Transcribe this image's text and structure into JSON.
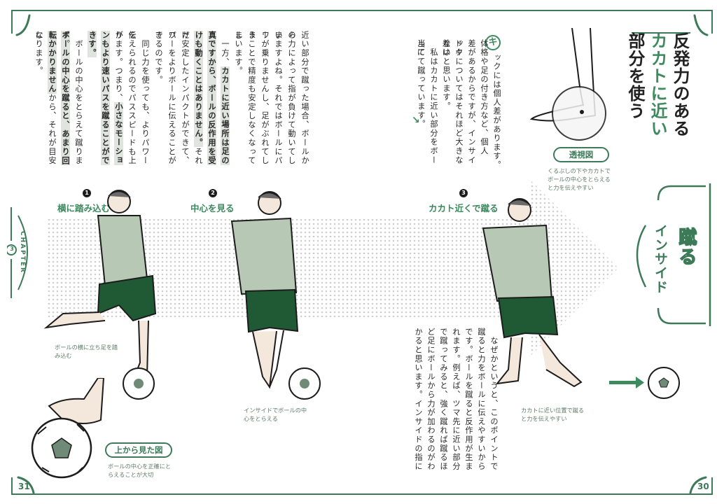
{
  "page": {
    "left_page_number": "31",
    "right_page_number": "30",
    "accent_color": "#3d7a58",
    "highlight_color": "#dfe4df"
  },
  "chapter_tab": {
    "label": "CHAPTER",
    "number": "3"
  },
  "section_tab": {
    "main": "蹴る",
    "sub": "インサイド"
  },
  "title": {
    "line1": "反発力のある",
    "line2": "カカトに近い",
    "line3": "部分を使う"
  },
  "intro": {
    "drop_cap": "キ",
    "columns": [
      "ックには個人差があります。",
      "体格や足の付き方など、個人",
      "差があるからですが、インサイドキ",
      "ックについてはそれほど大きな差は",
      "ないと思います。",
      "　私はカカトに近い部分をボールに",
      "当てて蹴っています。"
    ],
    "arrow": "↘"
  },
  "xray_figure": {
    "label": "透視図",
    "caption_lines": [
      "くるぶしの下やカカトで",
      "ボールの中心をとらえる",
      "と力を伝えやすい"
    ]
  },
  "steps": [
    {
      "number": "1",
      "label": "横に踏み込む",
      "caption_lines": [
        "ボールの横に立ち足を踏",
        "み込む"
      ]
    },
    {
      "number": "2",
      "label": "中心を見る",
      "caption_lines": [
        "インサイドでボールの中",
        "心をとらえる"
      ]
    },
    {
      "number": "3",
      "label": "カカト近くで蹴る",
      "caption_lines": [
        "カカトに近い位置で蹴る",
        "と力を伝えやすい"
      ]
    }
  ],
  "top_view_figure": {
    "label": "上から見た図",
    "caption_lines": [
      "ボールの中心を正確にと",
      "らえることが大切"
    ]
  },
  "right_body": {
    "columns": [
      "　なぜかというと、このポイントで",
      "蹴ると力をボールに伝えやすいから",
      "です。ボールを蹴ると反作用が生ま",
      "れます。例えば、ツマ先に近い部分",
      "で蹴ってみると、強く蹴れば蹴るほ",
      "ど足にボールから力が加わるのがわ",
      "かると思います。インサイドの指に"
    ]
  },
  "left_body": {
    "columns": [
      {
        "parts": [
          {
            "t": "近い部分で蹴った場合、ボールから",
            "h": false
          }
        ]
      },
      {
        "parts": [
          {
            "t": "の力によって指が負けて動いてしま",
            "h": false
          }
        ]
      },
      {
        "parts": [
          {
            "t": "いますよね。それではボールにパワ",
            "h": false
          }
        ]
      },
      {
        "parts": [
          {
            "t": "ーが乗りませんし、足がぶれてしま",
            "h": false
          }
        ]
      },
      {
        "parts": [
          {
            "t": "うことで精度も安定しなくなってし",
            "h": false
          }
        ]
      },
      {
        "parts": [
          {
            "t": "まいます。",
            "h": false
          }
        ]
      },
      {
        "parts": [
          {
            "t": "　一方、",
            "h": false
          },
          {
            "t": "カカトに近い場所は足の真",
            "h": true
          }
        ]
      },
      {
        "parts": [
          {
            "t": "下ですから、ボールの反作用を受け",
            "h": true
          }
        ]
      },
      {
        "parts": [
          {
            "t": "ても動くことはありません。",
            "h": true
          },
          {
            "t": "それだ",
            "h": false
          }
        ]
      },
      {
        "parts": [
          {
            "t": "け安定したインパクトができて、パ",
            "h": false
          }
        ]
      },
      {
        "parts": [
          {
            "t": "ワーをよりボールに伝えることがで",
            "h": false
          }
        ]
      },
      {
        "parts": [
          {
            "t": "きるのです。",
            "h": false
          }
        ]
      },
      {
        "parts": [
          {
            "t": "　同じ力を使っても、よりパワーを",
            "h": false
          }
        ]
      },
      {
        "parts": [
          {
            "t": "伝えられるのでパススピードも上が",
            "h": false
          }
        ]
      },
      {
        "parts": [
          {
            "t": "ります。つまり、",
            "h": false
          },
          {
            "t": "小さなモーション",
            "h": true
          }
        ]
      },
      {
        "parts": [
          {
            "t": "でもより速いパスを蹴ることができ",
            "h": true
          }
        ]
      },
      {
        "parts": [
          {
            "t": "ます。",
            "h": true
          }
        ]
      },
      {
        "parts": [
          {
            "t": "　ボールの中心をとらえて蹴ります。",
            "h": false
          }
        ]
      },
      {
        "parts": [
          {
            "t": "ボールの中心を蹴ると、",
            "h": true
          },
          {
            "t": "あまり回転",
            "h": true
          }
        ]
      },
      {
        "parts": [
          {
            "t": "がかかりません",
            "h": true
          },
          {
            "t": "から、それが目安に",
            "h": false
          }
        ]
      },
      {
        "parts": [
          {
            "t": "なります。",
            "h": false
          }
        ]
      }
    ]
  }
}
